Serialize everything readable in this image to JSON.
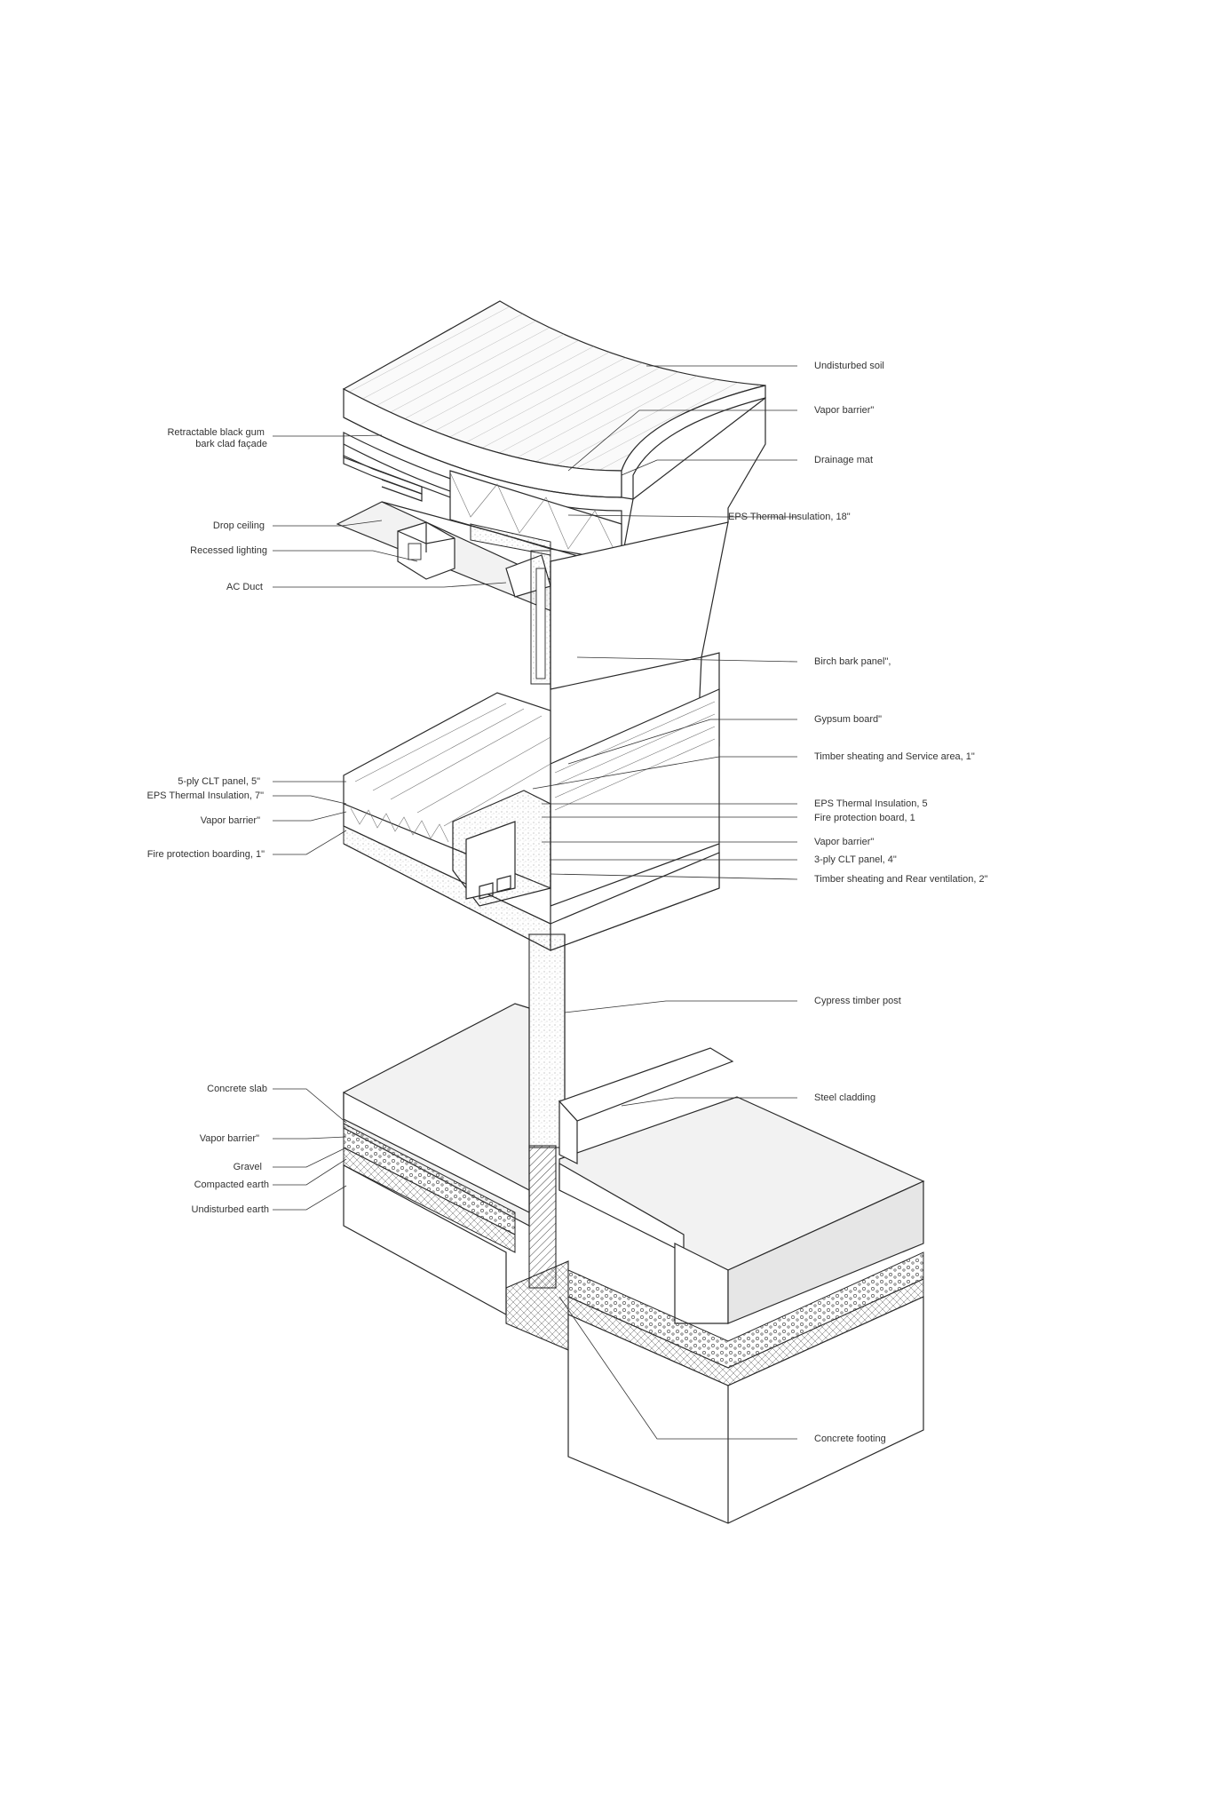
{
  "colors": {
    "line": "#333333",
    "text": "#333333",
    "light_fill": "#f2f2f2",
    "mid_fill": "#e6e6e6",
    "background": "#ffffff"
  },
  "labels": {
    "left": [
      {
        "id": "retractable",
        "lines": [
          "Retractable black gum",
          "bark clad façade"
        ]
      },
      {
        "id": "drop_ceiling",
        "lines": [
          "Drop ceiling"
        ]
      },
      {
        "id": "recessed_lighting",
        "lines": [
          "Recessed lighting"
        ]
      },
      {
        "id": "ac_duct",
        "lines": [
          "AC Duct"
        ]
      },
      {
        "id": "clt_5ply",
        "lines": [
          "5-ply CLT panel, 5\""
        ]
      },
      {
        "id": "eps_7",
        "lines": [
          "EPS Thermal Insulation, 7\""
        ]
      },
      {
        "id": "vapor_left_1",
        "lines": [
          "Vapor barrier\""
        ]
      },
      {
        "id": "fire_left",
        "lines": [
          "Fire protection boarding, 1\""
        ]
      },
      {
        "id": "concrete_slab",
        "lines": [
          "Concrete slab"
        ]
      },
      {
        "id": "vapor_left_2",
        "lines": [
          "Vapor barrier\""
        ]
      },
      {
        "id": "gravel",
        "lines": [
          "Gravel"
        ]
      },
      {
        "id": "compacted_earth",
        "lines": [
          "Compacted earth"
        ]
      },
      {
        "id": "undisturbed_earth",
        "lines": [
          "Undisturbed earth"
        ]
      }
    ],
    "right": [
      {
        "id": "undisturbed_soil",
        "lines": [
          "Undisturbed soil"
        ]
      },
      {
        "id": "vapor_right_1",
        "lines": [
          "Vapor barrier\""
        ]
      },
      {
        "id": "drainage_mat",
        "lines": [
          "Drainage mat"
        ]
      },
      {
        "id": "eps_18",
        "lines": [
          "EPS Thermal Insulation, 18\""
        ]
      },
      {
        "id": "birch",
        "lines": [
          "Birch bark panel\","
        ]
      },
      {
        "id": "gypsum",
        "lines": [
          "Gypsum board\""
        ]
      },
      {
        "id": "timber_service",
        "lines": [
          "Timber sheating and Service area, 1\""
        ]
      },
      {
        "id": "eps_5",
        "lines": [
          "EPS Thermal Insulation, 5"
        ]
      },
      {
        "id": "fire_right",
        "lines": [
          "Fire protection board, 1"
        ]
      },
      {
        "id": "vapor_right_2",
        "lines": [
          "Vapor barrier\""
        ]
      },
      {
        "id": "clt_3ply",
        "lines": [
          "3-ply CLT panel, 4\""
        ]
      },
      {
        "id": "timber_rear",
        "lines": [
          "Timber sheating and Rear ventilation, 2\""
        ]
      },
      {
        "id": "cypress",
        "lines": [
          "Cypress timber post"
        ]
      },
      {
        "id": "steel_cladding",
        "lines": [
          "Steel cladding"
        ]
      },
      {
        "id": "concrete_footing",
        "lines": [
          "Concrete footing"
        ]
      }
    ]
  }
}
